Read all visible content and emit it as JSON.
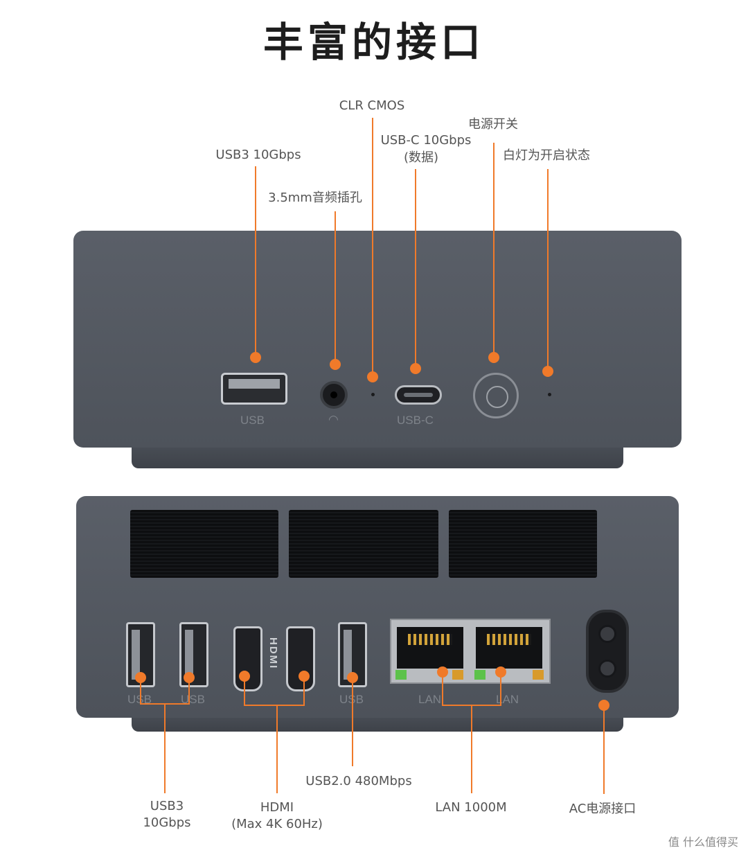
{
  "title": "丰富的接口",
  "front": {
    "labels": {
      "usb3": "USB3 10Gbps",
      "audio": "3.5mm音频插孔",
      "clr": "CLR CMOS",
      "usbc_1": "USB-C 10Gbps",
      "usbc_2": "(数据)",
      "power": "电源开关",
      "led": "白灯为开启状态"
    },
    "port_labels": {
      "usb": "USB",
      "usbc": "USB-C"
    }
  },
  "back": {
    "port_labels": {
      "usb1": "USB",
      "usb2": "USB",
      "usb3": "USB",
      "lan1": "LAN",
      "lan2": "LAN",
      "hdmi": "HDMI"
    },
    "labels": {
      "usb3_1": "USB3",
      "usb3_2": "10Gbps",
      "hdmi_1": "HDMI",
      "hdmi_2": "(Max 4K 60Hz)",
      "usb2": "USB2.0 480Mbps",
      "lan": "LAN 1000M",
      "ac": "AC电源接口"
    }
  },
  "watermark": "值 什么值得买",
  "colors": {
    "accent": "#f07a2a",
    "device": "#555a62"
  }
}
